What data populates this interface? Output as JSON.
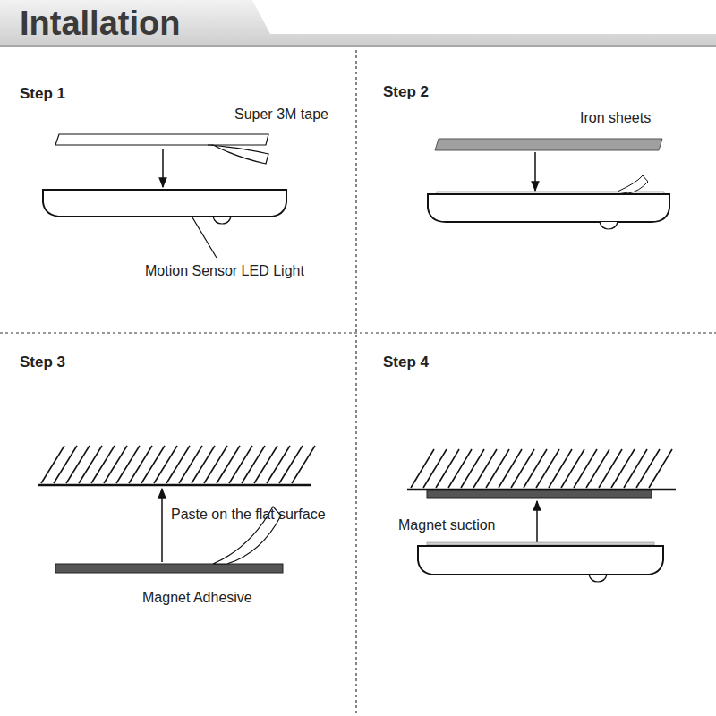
{
  "diagram": {
    "title": "Intallation",
    "labels": [
      "Step 1",
      "Super 3M tape",
      "Motion Sensor LED Light",
      "Step 2",
      "Iron sheets",
      "Step 3",
      "Paste on the flat surface",
      "Magnet Adhesive",
      "Step 4",
      "Magnet suction"
    ]
  }
}
